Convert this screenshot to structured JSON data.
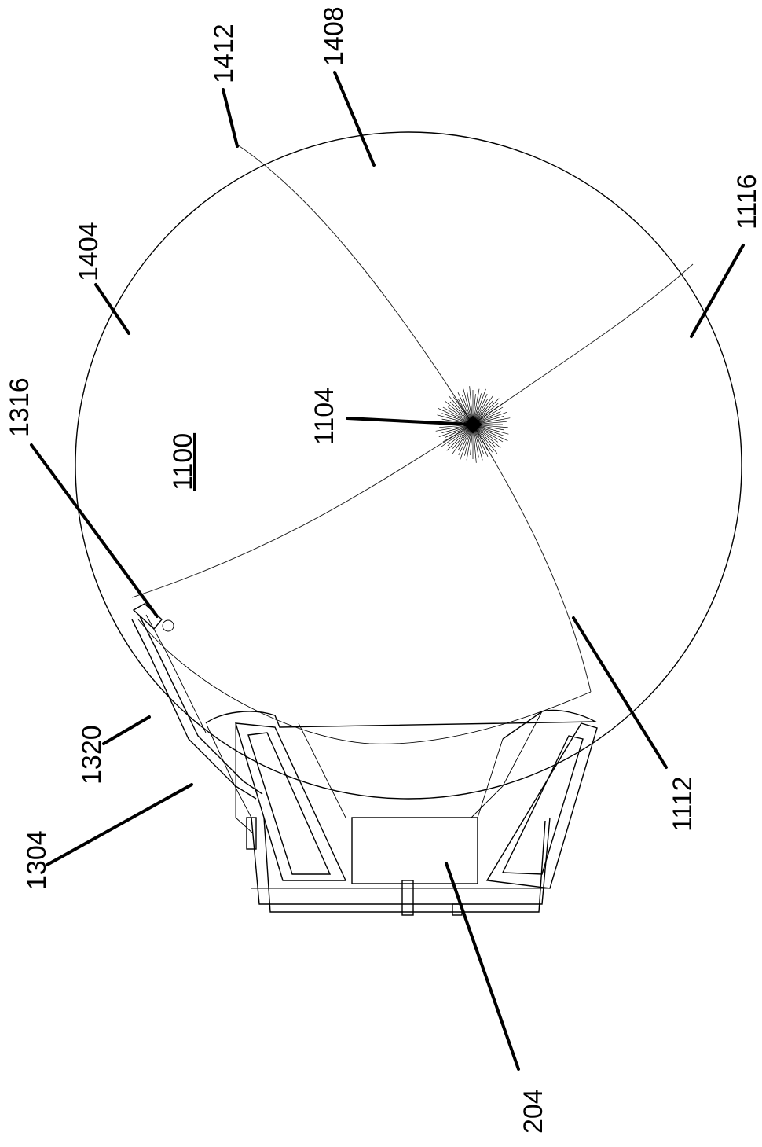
{
  "figure": {
    "labels": {
      "balloon": "1100",
      "valve": "1104",
      "seam_lower": "1112",
      "panel_right": "1116",
      "attachment": "1316",
      "strap": "1320",
      "strap_joint": "1304",
      "panel_upper_left": "1404",
      "panel_upper_right": "1408",
      "seam_upper": "1412",
      "base": "204"
    }
  }
}
